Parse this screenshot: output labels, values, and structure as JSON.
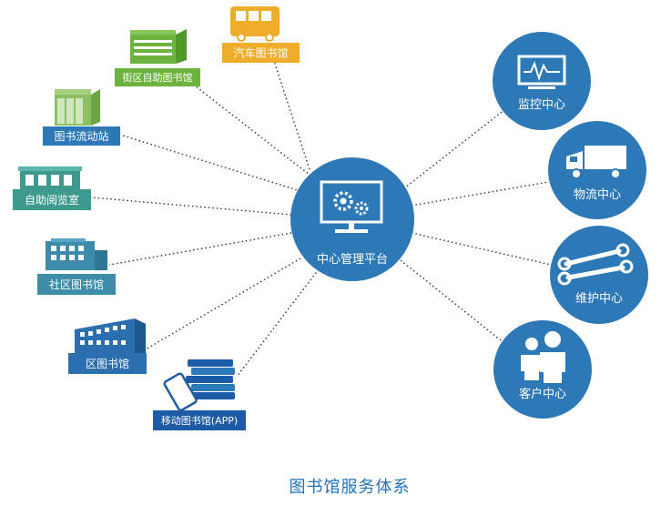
{
  "hub": {
    "label": "中心管理平台",
    "icon": "monitor-gears-icon",
    "color": "#2d78b7"
  },
  "left_nodes": [
    {
      "id": "bus",
      "label": "汽车图书馆",
      "icon": "bus-icon",
      "color": "#f0ad2b"
    },
    {
      "id": "street",
      "label": "街区自助图书馆",
      "icon": "building-icon",
      "color": "#6cb43e"
    },
    {
      "id": "mobile-station",
      "label": "图书流动站",
      "icon": "warehouse-icon",
      "color": "#2d78b7"
    },
    {
      "id": "reading-room",
      "label": "自助阅览室",
      "icon": "house-icon",
      "color": "#3e9a8f"
    },
    {
      "id": "community",
      "label": "社区图书馆",
      "icon": "apartment-icon",
      "color": "#3d8caa"
    },
    {
      "id": "district",
      "label": "区图书馆",
      "icon": "office-building-icon",
      "color": "#2b6fb0"
    },
    {
      "id": "app",
      "label": "移动图书馆(APP)",
      "icon": "phone-books-icon",
      "color": "#1d5ba6"
    }
  ],
  "right_nodes": [
    {
      "id": "monitor",
      "label": "监控中心",
      "icon": "monitor-waveform-icon"
    },
    {
      "id": "logistics",
      "label": "物流中心",
      "icon": "truck-icon"
    },
    {
      "id": "maintenance",
      "label": "维护中心",
      "icon": "wrench-icon"
    },
    {
      "id": "customer",
      "label": "客户中心",
      "icon": "people-icon"
    }
  ],
  "colors": {
    "circle": "#2d78b7",
    "dot_line": "#333333"
  },
  "caption": "图书馆服务体系"
}
